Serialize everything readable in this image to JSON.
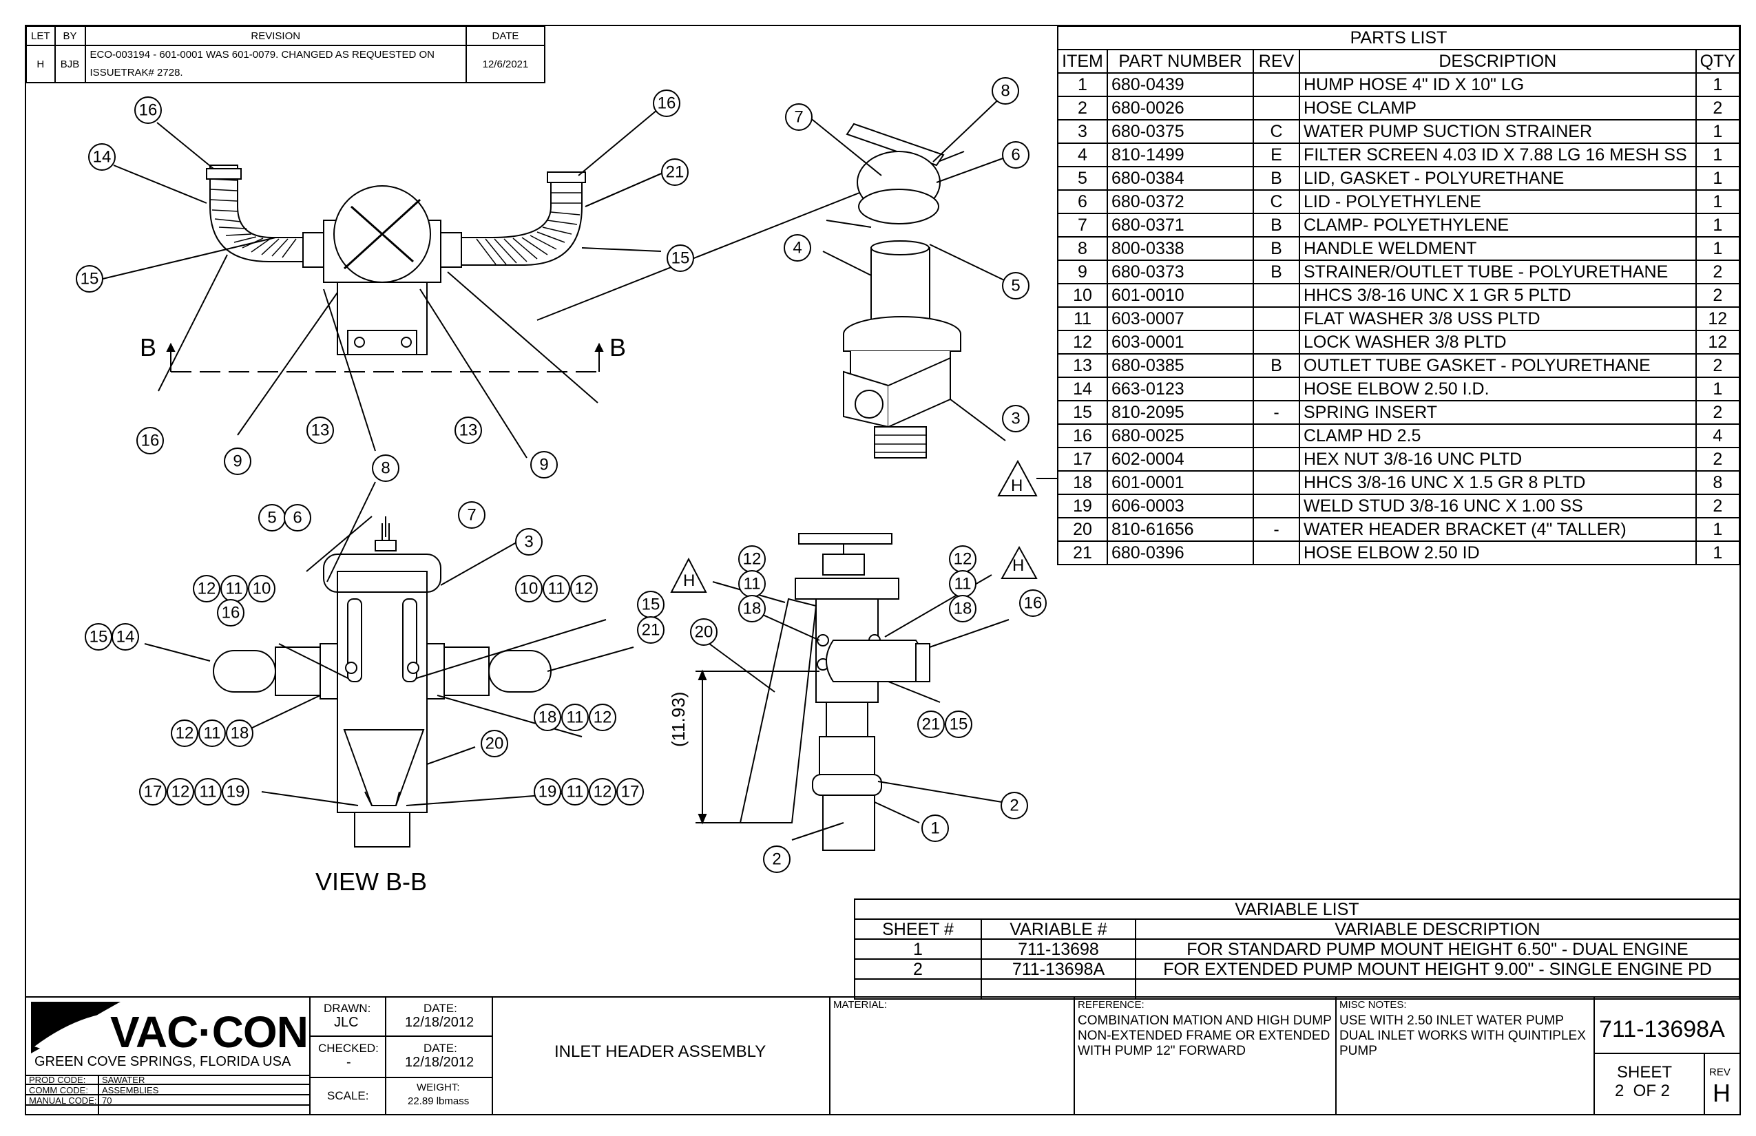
{
  "revision_block": {
    "headers": [
      "LET",
      "BY",
      "REVISION",
      "DATE"
    ],
    "row": {
      "let": "H",
      "by": "BJB",
      "revision": "ECO-003194 - 601-0001 WAS 601-0079. CHANGED AS REQUESTED ON ISSUETRAK# 2728.",
      "date": "12/6/2021"
    }
  },
  "parts_list": {
    "title": "PARTS LIST",
    "headers": [
      "ITEM",
      "PART NUMBER",
      "REV",
      "DESCRIPTION",
      "QTY"
    ],
    "rows": [
      [
        "1",
        "680-0439",
        "",
        "HUMP HOSE 4\" ID X 10\" LG",
        "1"
      ],
      [
        "2",
        "680-0026",
        "",
        "HOSE CLAMP",
        "2"
      ],
      [
        "3",
        "680-0375",
        "C",
        "WATER PUMP SUCTION STRAINER",
        "1"
      ],
      [
        "4",
        "810-1499",
        "E",
        "FILTER SCREEN 4.03 ID X 7.88 LG 16 MESH SS",
        "1"
      ],
      [
        "5",
        "680-0384",
        "B",
        "LID, GASKET - POLYURETHANE",
        "1"
      ],
      [
        "6",
        "680-0372",
        "C",
        "LID - POLYETHYLENE",
        "1"
      ],
      [
        "7",
        "680-0371",
        "B",
        "CLAMP- POLYETHYLENE",
        "1"
      ],
      [
        "8",
        "800-0338",
        "B",
        "HANDLE WELDMENT",
        "1"
      ],
      [
        "9",
        "680-0373",
        "B",
        "STRAINER/OUTLET TUBE - POLYURETHANE",
        "2"
      ],
      [
        "10",
        "601-0010",
        "",
        "HHCS 3/8-16 UNC X 1 GR 5 PLTD",
        "2"
      ],
      [
        "11",
        "603-0007",
        "",
        "FLAT WASHER 3/8 USS PLTD",
        "12"
      ],
      [
        "12",
        "603-0001",
        "",
        "LOCK WASHER 3/8 PLTD",
        "12"
      ],
      [
        "13",
        "680-0385",
        "B",
        "OUTLET TUBE GASKET - POLYURETHANE",
        "2"
      ],
      [
        "14",
        "663-0123",
        "",
        "HOSE ELBOW 2.50 I.D.",
        "1"
      ],
      [
        "15",
        "810-2095",
        "-",
        "SPRING INSERT",
        "2"
      ],
      [
        "16",
        "680-0025",
        "",
        "CLAMP HD 2.5",
        "4"
      ],
      [
        "17",
        "602-0004",
        "",
        "HEX NUT 3/8-16 UNC PLTD",
        "2"
      ],
      [
        "18",
        "601-0001",
        "",
        "HHCS 3/8-16 UNC X 1.5 GR 8 PLTD",
        "8"
      ],
      [
        "19",
        "606-0003",
        "",
        "WELD STUD 3/8-16 UNC X 1.00 SS",
        "2"
      ],
      [
        "20",
        "810-61656",
        "-",
        "WATER HEADER BRACKET (4\" TALLER)",
        "1"
      ],
      [
        "21",
        "680-0396",
        "",
        "HOSE ELBOW 2.50 ID",
        "1"
      ]
    ]
  },
  "variable_list": {
    "title": "VARIABLE LIST",
    "headers": [
      "SHEET #",
      "VARIABLE #",
      "VARIABLE DESCRIPTION"
    ],
    "rows": [
      [
        "1",
        "711-13698",
        "FOR STANDARD PUMP MOUNT HEIGHT 6.50\" - DUAL ENGINE"
      ],
      [
        "2",
        "711-13698A",
        "FOR EXTENDED PUMP MOUNT HEIGHT 9.00\" - SINGLE ENGINE PD"
      ]
    ]
  },
  "drawing": {
    "section_marker": "B",
    "view_label": "VIEW B-B",
    "dimension": "(11.93)",
    "detail_tag": "H"
  },
  "title_block": {
    "company": "VAC·CON",
    "location": "GREEN COVE SPRINGS, FLORIDA USA",
    "prod_code_label": "PROD CODE:",
    "prod_code": "SAWATER",
    "comm_code_label": "COMM CODE:",
    "comm_code": "ASSEMBLIES",
    "manual_code_label": "MANUAL CODE:",
    "manual_code": "70",
    "drawn_label": "DRAWN:",
    "drawn": "JLC",
    "drawn_date_label": "DATE:",
    "drawn_date": "12/18/2012",
    "checked_label": "CHECKED:",
    "checked": "-",
    "checked_date_label": "DATE:",
    "checked_date": "12/18/2012",
    "scale_label": "SCALE:",
    "weight_label": "WEIGHT:",
    "weight": "22.89 lbmass",
    "title": "INLET HEADER ASSEMBLY",
    "material_label": "MATERIAL:",
    "reference_label": "REFERENCE:",
    "reference": "COMBINATION MATION AND HIGH DUMP NON-EXTENDED FRAME OR EXTENDED WITH PUMP 12\" FORWARD",
    "misc_label": "MISC NOTES:",
    "misc": "USE WITH 2.50 INLET WATER PUMP DUAL INLET WORKS WITH QUINTIPLEX PUMP",
    "drawing_number": "711-13698A",
    "sheet_label": "SHEET",
    "sheet": "2  OF 2",
    "rev_label": "REV",
    "rev": "H"
  }
}
